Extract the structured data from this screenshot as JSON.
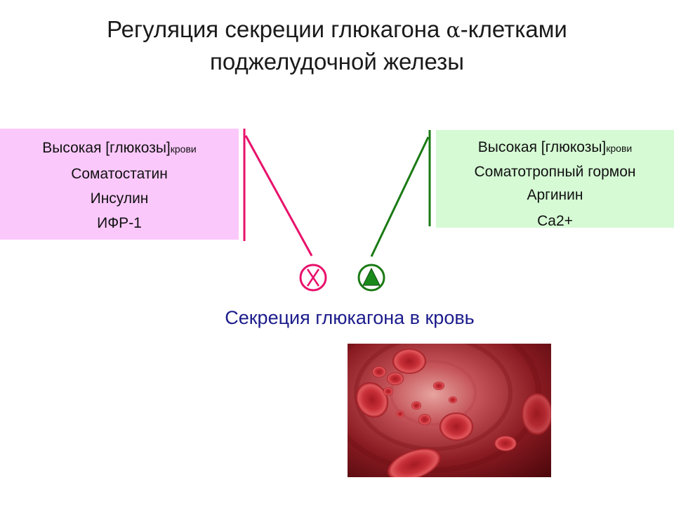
{
  "title": {
    "line1_before": "Регуляция секреции глюкагона ",
    "alpha": "α",
    "line1_after": "-клетками",
    "line2": "поджелудочной железы"
  },
  "inhibitors": {
    "item1_main": "Высокая [глюкозы]",
    "item1_sub": "крови",
    "item2": "Соматостатин",
    "item3": "Инсулин",
    "item4": "ИФР-1"
  },
  "stimulators": {
    "item1_main": "Высокая [глюкозы]",
    "item1_sub": "крови",
    "item2": "Соматотропный гормон",
    "item3": "Аргинин",
    "item4": "Ca2+"
  },
  "secretion_label": "Секреция глюкагона в кровь",
  "colors": {
    "inhibit": "#e8116b",
    "stimulate": "#1a7a14",
    "inhibit_box": "#fbc8fb",
    "stimulate_box": "#d5fad4",
    "secretion_text": "#1c1c8c"
  },
  "icons": {
    "inhibit": "x-in-circle-icon",
    "stimulate": "up-triangle-in-circle-icon"
  }
}
